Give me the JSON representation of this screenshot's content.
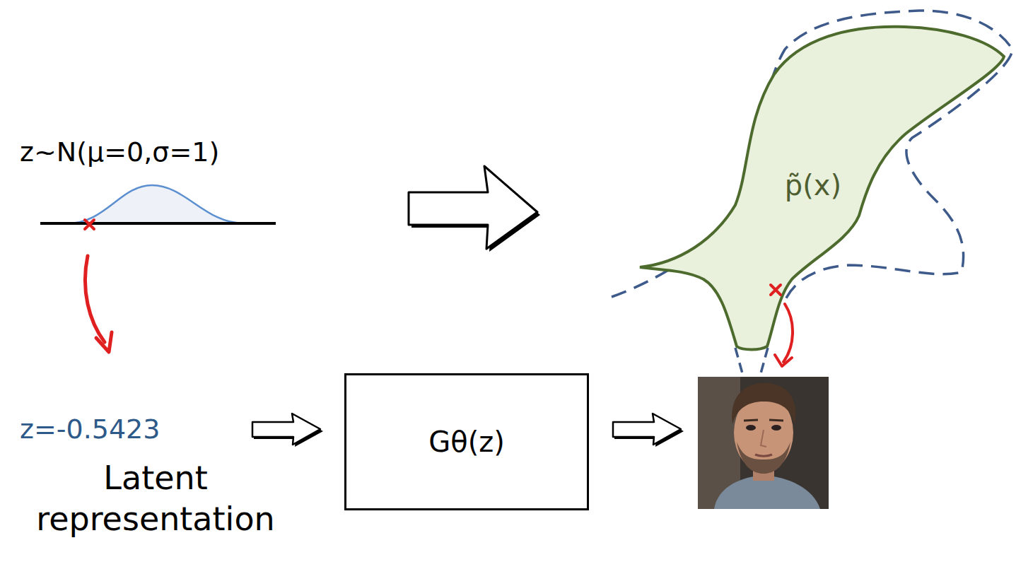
{
  "diagram": {
    "nodes": [
      {
        "text": [
          "p̃(x)"
        ]
      },
      {
        "text": [
          "Gθ(z)"
        ]
      }
    ],
    "labels": [
      "z~N(μ=0,σ=1)",
      "z=-0.5423",
      "Latent representation"
    ]
  }
}
